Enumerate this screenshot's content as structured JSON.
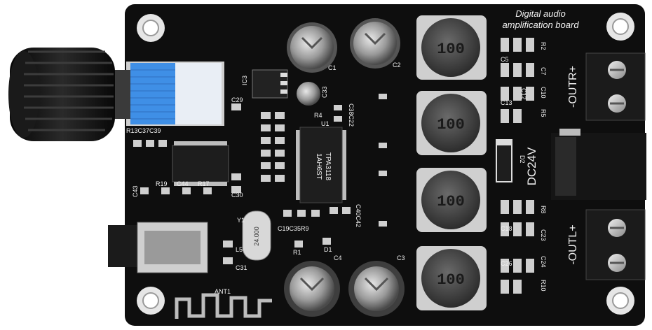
{
  "board": {
    "title_line1": "Digital audio",
    "title_line2": "amplification board",
    "colors": {
      "pcb": "#0e0e0e",
      "silk": "#f2f2f2",
      "knob": "#111111",
      "pot_blue": "#3f8fe6",
      "terminal": "#1b1b1b"
    }
  },
  "terminals": {
    "right_label": "-OUTR+",
    "left_label": "-OUTL+",
    "power_label": "DC24V"
  },
  "inductors": [
    {
      "marking": "100"
    },
    {
      "marking": "100"
    },
    {
      "marking": "100"
    },
    {
      "marking": "100"
    }
  ],
  "chip": {
    "line1": "TPA3118",
    "line2": "1AH6ST"
  },
  "crystal": {
    "marking": "24.000"
  },
  "silkscreen": {
    "c1": "C1",
    "c2": "C2",
    "c3": "C3",
    "c4": "C4",
    "c3_reg": "IC3",
    "c33": "C33",
    "c29": "C29",
    "r1c37c39": "R13C37C39",
    "c43": "C43",
    "r19": "R19",
    "c44": "C44",
    "r17": "R17",
    "c30": "C30",
    "y1": "Y1",
    "l5": "L5",
    "c31": "C31",
    "r1": "R1",
    "d1": "D1",
    "c19c35r9": "C19C35R9",
    "c40c42": "C40C42",
    "c38c22": "C38C22",
    "r4": "R4",
    "u1": "U1",
    "c5": "C5",
    "r2": "R2",
    "c7": "C7",
    "c10": "C10",
    "r5": "R5",
    "c12": "C12",
    "c13": "C13",
    "c18": "C18",
    "r8": "R8",
    "c23": "C23",
    "c24": "C24",
    "c26": "C26",
    "r10": "R10",
    "d2": "D2",
    "ant1": "ANT1"
  },
  "icons": [
    "potentiometer-knob-icon",
    "audio-jack-icon",
    "dc-power-jack-icon",
    "screw-terminal-icon",
    "pcb-antenna-icon"
  ]
}
